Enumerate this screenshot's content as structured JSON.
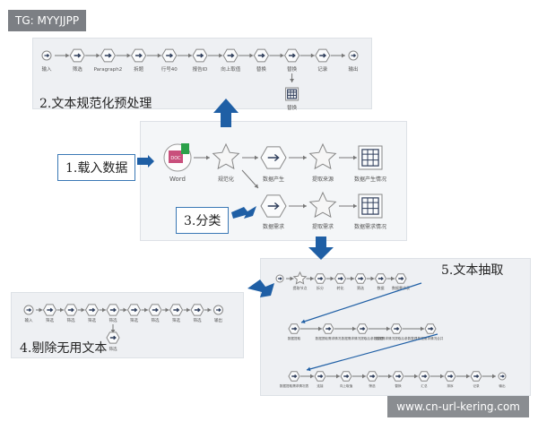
{
  "badge": {
    "text": "TG: MYYJJPP"
  },
  "watermark": {
    "text": "www.cn-url-kering.com"
  },
  "colors": {
    "hex": "#2f3e5b",
    "arrow": "#1f5fa5"
  },
  "step1": {
    "label": "1.载入数据"
  },
  "step2": {
    "label": "2.文本规范化预处理"
  },
  "step3": {
    "label": "3.分类"
  },
  "step4": {
    "label": "4.剔除无用文本"
  },
  "step5": {
    "label": "5.文本抽取"
  },
  "main": {
    "word": "Word",
    "normalize": "规范化",
    "gen": "数据产生",
    "extract_src": "提取来源",
    "gen_table": "数据产生情况",
    "need": "数据需求",
    "extract_need": "提取需求",
    "need_table": "数据需求情况"
  },
  "top_nodes": [
    "输入",
    "筛选",
    "Paragraph2",
    "拆题",
    "行号40",
    "报告ID",
    "向上取值",
    "替换",
    "替换",
    "记录",
    "输出"
  ],
  "top_extra": "替换",
  "left_nodes": [
    "输入",
    "筛选",
    "筛选",
    "筛选",
    "筛选",
    "筛选",
    "筛选",
    "筛选",
    "筛选",
    "输出"
  ],
  "left_extra": "筛选",
  "right_row1": [
    "",
    "提取节点",
    "拆分",
    "转化",
    "筛选",
    "数据",
    "数据需求表"
  ],
  "right_row2": [
    "数据提取",
    "数据提取需求情况",
    "数据需求情况提取后参数整理",
    "数据需求情况提取后参数整理",
    "数据需求情况合并"
  ],
  "right_row3": [
    "数据提取需求情况表",
    "连接",
    "向上取值",
    "筛选",
    "替换",
    "汇总",
    "排序",
    "记录",
    "输出"
  ]
}
